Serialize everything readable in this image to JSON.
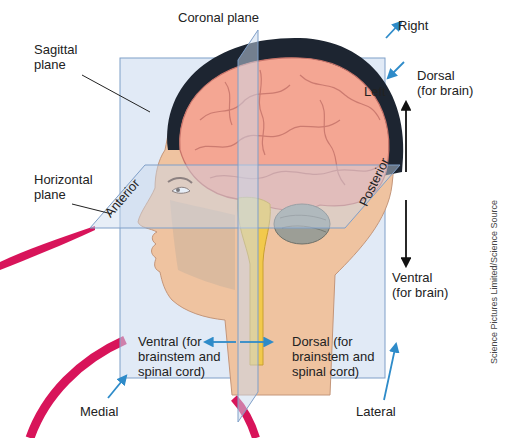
{
  "diagram": {
    "labels": [
      "Coronal plane",
      "Right",
      "Sagittal plane",
      "Left",
      "Dorsal (for brain)",
      "Horizontal plane",
      "Anterior",
      "Posterior",
      "Ventral (for brain)",
      "Ventral (for brainstem and spinal cord)",
      "Dorsal (for brainstem and spinal cord)",
      "Medial",
      "Lateral",
      "Science Pictures Limited/Science Source"
    ]
  }
}
